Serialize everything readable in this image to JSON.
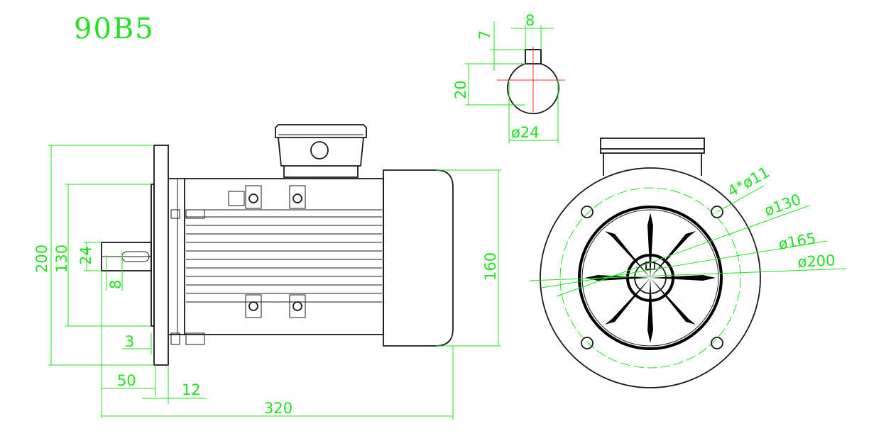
{
  "title": "90B5",
  "colors": {
    "dimension": "#22e022",
    "outline": "#1a1a1a",
    "hatch": "#e8c020",
    "centerline": "#ff2a2a"
  },
  "side_view": {
    "dims": {
      "d200": "200",
      "d130": "130",
      "d24": "24",
      "d8": "8",
      "d3": "3",
      "d50": "50",
      "d12": "12",
      "d320": "320",
      "d160": "160"
    }
  },
  "shaft_section": {
    "dims": {
      "d8": "8",
      "d7": "7",
      "d20": "20",
      "d24": "ø24"
    }
  },
  "front_view": {
    "dims": {
      "bolts": "4*ø11",
      "d130": "ø130",
      "d165": "ø165",
      "d200": "ø200"
    }
  }
}
